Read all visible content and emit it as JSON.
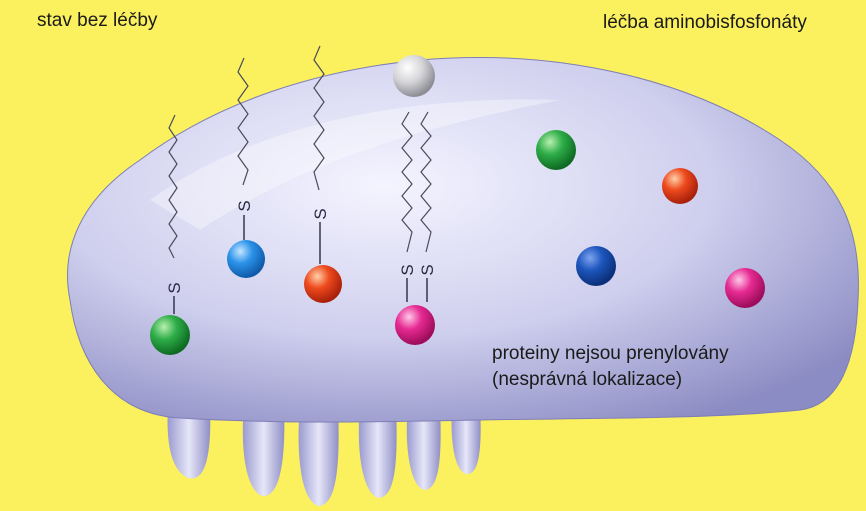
{
  "labels": {
    "untreated": "stav bez léčby",
    "treated": "léčba aminobisfosfonáty"
  },
  "caption": {
    "line1": "proteiny nejsou prenylovány",
    "line2": "(nesprávná lokalizace)"
  },
  "sulfur_symbol": "S",
  "colors": {
    "background": "#fbf05e",
    "membrane": "#c9c9ec",
    "green": "#1f9a3a",
    "blue_light": "#2a8ee8",
    "red": "#e8401c",
    "magenta": "#e0248a",
    "blue_dark": "#1a4fb3",
    "grey": "#cfcfd2"
  }
}
